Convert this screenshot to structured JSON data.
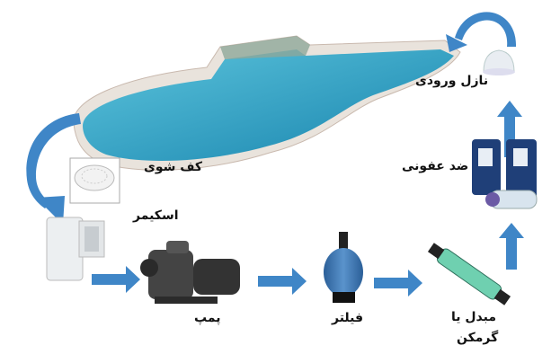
{
  "labels": {
    "floor_drain": "کف شوی",
    "skimmer": "اسکیمر",
    "pump": "پمپ",
    "filter": "فیلتر",
    "heat_exchanger_line1": "مبدل یا",
    "heat_exchanger_line2": "گرمکن",
    "disinfection": "ضد عفونی",
    "inlet_nozzle": "نازل ورودی"
  },
  "colors": {
    "arrow": "#3f86c7",
    "water": "#2aa3c8",
    "filter": "#3a73b0",
    "exchanger": "#6fd0b0",
    "chlorinator": "#1f3f78"
  }
}
